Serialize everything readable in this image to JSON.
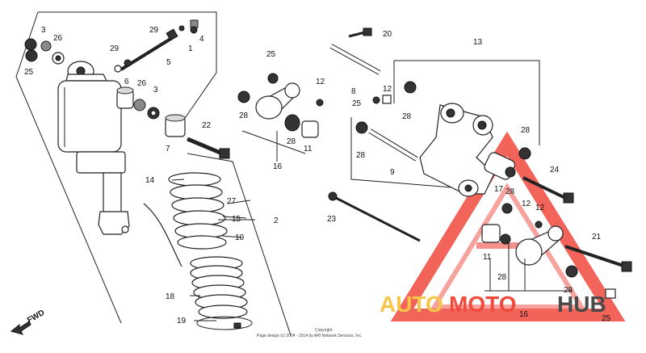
{
  "callouts": {
    "c1": "1",
    "c2": "2",
    "c3a": "3",
    "c3b": "3",
    "c4": "4",
    "c5": "5",
    "c6": "6",
    "c7": "7",
    "c8": "8",
    "c9": "9",
    "c10": "10",
    "c11a": "11",
    "c11b": "11",
    "c12a": "12",
    "c12b": "12",
    "c12c": "12",
    "c12d": "12",
    "c13": "13",
    "c14": "14",
    "c15": "15",
    "c16a": "16",
    "c16b": "16",
    "c17": "17",
    "c18": "18",
    "c19": "19",
    "c20": "20",
    "c21": "21",
    "c22": "22",
    "c23": "23",
    "c24": "24",
    "c25a": "25",
    "c25b": "25",
    "c25c": "25",
    "c25d": "25",
    "c26a": "26",
    "c26b": "26",
    "c27": "27",
    "c28a": "28",
    "c28b": "28",
    "c28c": "28",
    "c28d": "28",
    "c28e": "28",
    "c28f": "28",
    "c28g": "28",
    "c28h": "28",
    "c29a": "29",
    "c29b": "29"
  },
  "direction_label": "FWD",
  "copyright": {
    "line1": "Copyright",
    "line2": "Page design (c) 2004 - 2014 by ARI Network Services, Inc."
  },
  "watermark": {
    "part1": "AUTO",
    "part2": "MOTO",
    "part3": "HUB",
    "color_red": "#f04a3e",
    "color_yellow": "#f7c548",
    "color_dark": "#4a4a4a"
  }
}
